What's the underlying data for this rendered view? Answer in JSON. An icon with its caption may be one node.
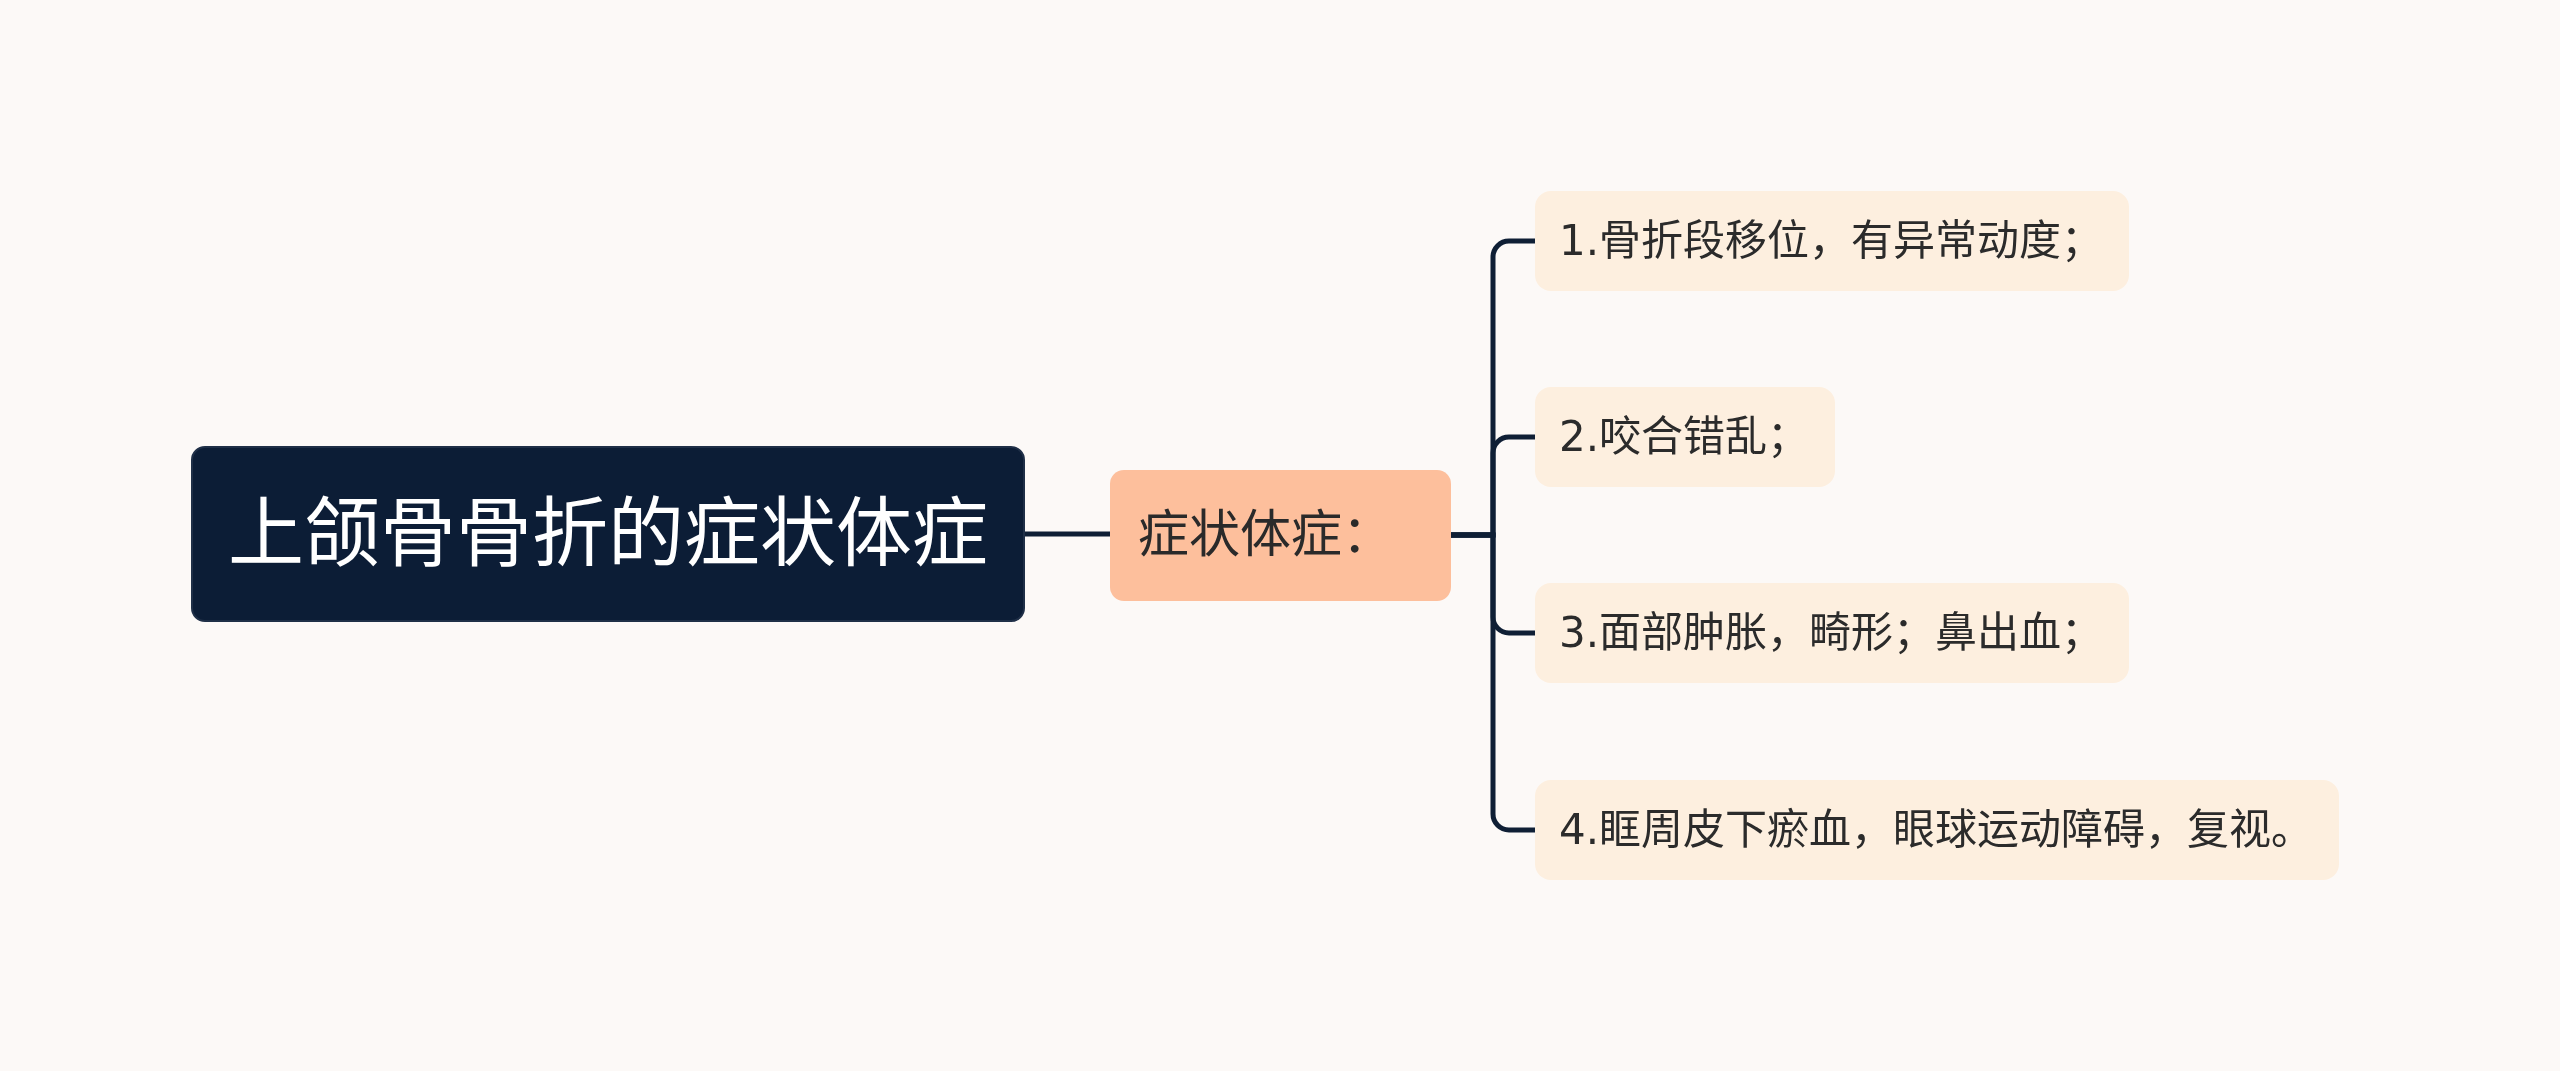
{
  "diagram": {
    "nodes": [
      {
        "text": [
          "上颌骨骨折的症状体症"
        ]
      },
      {
        "text": [
          "症状体症："
        ]
      },
      {
        "text": [
          "1.骨折段移位，有异常动度；"
        ]
      },
      {
        "text": [
          "2.咬合错乱；"
        ]
      },
      {
        "text": [
          "3.面部肿胀，畸形；鼻出血；"
        ]
      },
      {
        "text": [
          "4.眶周皮下瘀血，眼球运动障碍，复视。"
        ]
      }
    ],
    "edges": [
      {
        "from": 0,
        "to": 1,
        "arrow": "none"
      },
      {
        "from": 1,
        "to": 2,
        "arrow": "none"
      },
      {
        "from": 1,
        "to": 3,
        "arrow": "none"
      },
      {
        "from": 1,
        "to": 4,
        "arrow": "none"
      },
      {
        "from": 1,
        "to": 5,
        "arrow": "none"
      }
    ]
  }
}
